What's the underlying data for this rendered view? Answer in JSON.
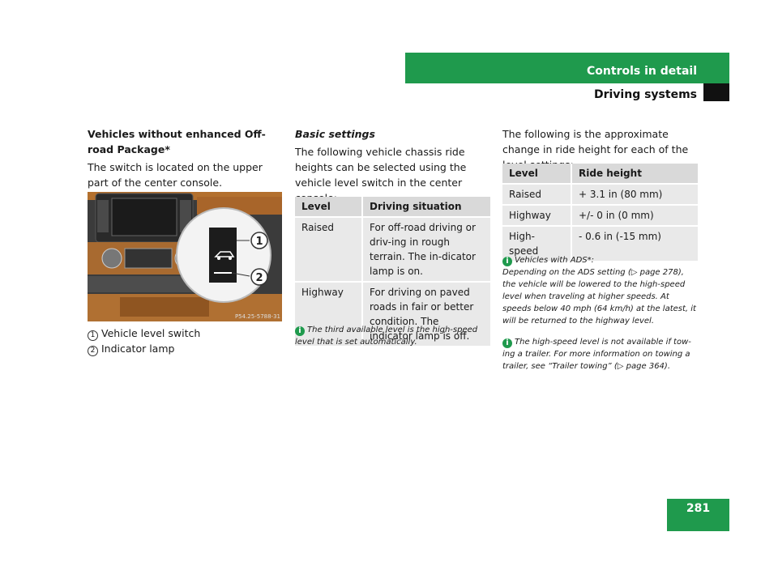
{
  "header": {
    "section": "Controls in detail",
    "subsection": "Driving systems"
  },
  "page_number": "281",
  "col1": {
    "heading": "Vehicles without enhanced Off-road Package*",
    "para": "The switch is located on the upper part of the center console.",
    "figure_code": "P54.25-5788-31",
    "callouts": [
      {
        "num": "1",
        "label": "Vehicle level switch"
      },
      {
        "num": "2",
        "label": "Indicator lamp"
      }
    ]
  },
  "col2": {
    "heading": "Basic settings",
    "para": "The following vehicle chassis ride heights can be selected using the vehicle level switch in the center console:",
    "table": {
      "headers": [
        "Level",
        "Driving situation"
      ],
      "rows": [
        [
          "Raised",
          "For off-road driving or driv-ing in rough terrain. The in-dicator lamp is on."
        ],
        [
          "Highway",
          "For driving on paved roads in fair or better condition. The indicator lamp is off."
        ]
      ]
    },
    "note": "The third available level is the high-speed level that is set automatically."
  },
  "col3": {
    "para": "The following is the approximate change in ride height for each of the level settings:",
    "table": {
      "headers": [
        "Level",
        "Ride height"
      ],
      "rows": [
        [
          "Raised",
          "+ 3.1 in (80 mm)"
        ],
        [
          "Highway",
          "+/- 0 in (0 mm)"
        ],
        [
          "High-speed",
          "- 0.6 in (-15 mm)"
        ]
      ]
    },
    "note1_title": "Vehicles with ADS*:",
    "note1_body": "Depending on the ADS setting (▷ page 278), the vehicle will be lowered to the high-speed level when traveling at higher speeds. At speeds below 40 mph (64 km/h) at the latest, it will be returned to the highway level.",
    "note2": "The high-speed level is not available if tow-ing a trailer. For more information on towing a trailer, see “Trailer towing” (▷ page 364)."
  },
  "colors": {
    "brand_green": "#1f9a4d"
  }
}
